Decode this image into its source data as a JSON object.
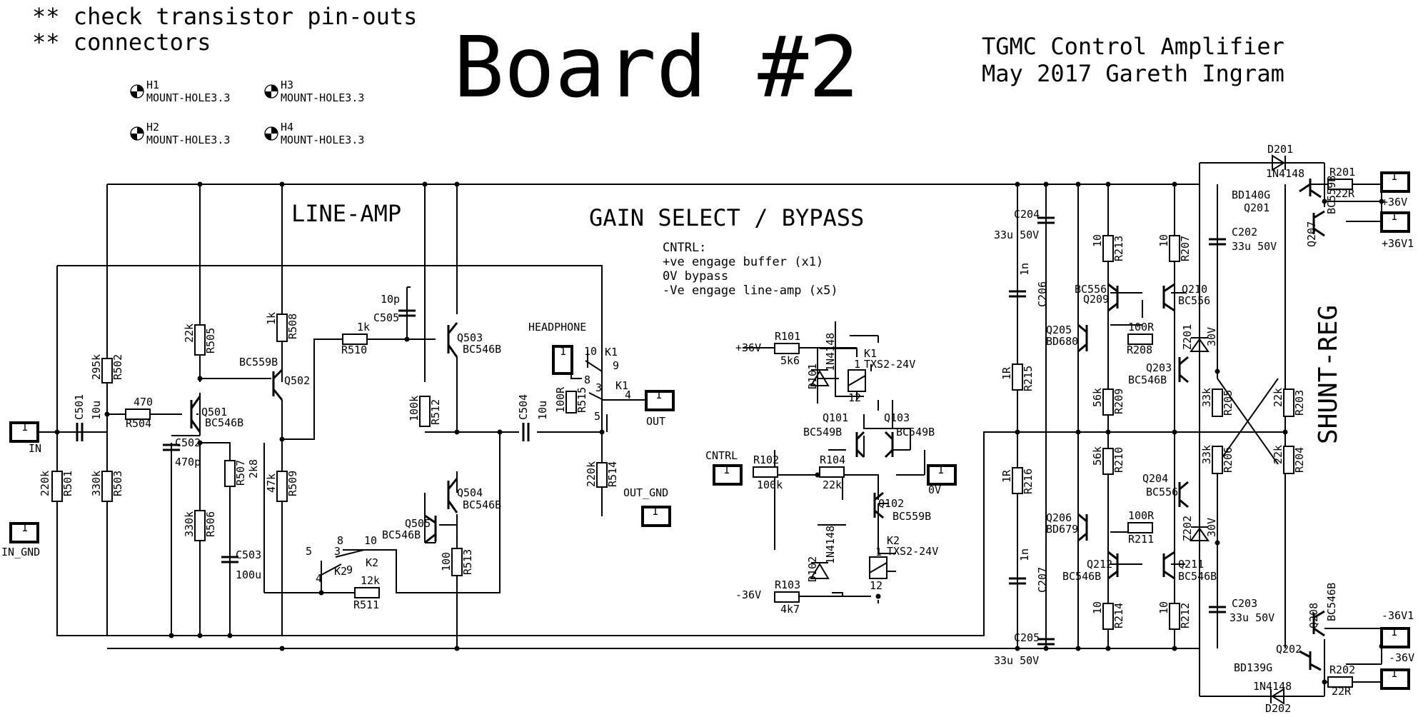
{
  "notes": [
    "** check transistor pin-outs",
    "** connectors"
  ],
  "title": {
    "board": "Board #2",
    "project": "TGMC Control Amplifier",
    "date_author": "May 2017 Gareth Ingram"
  },
  "sections": {
    "line_amp": "LINE-AMP",
    "gain_select": "GAIN SELECT / BYPASS",
    "shunt_reg": "SHUNT-REG"
  },
  "cntrl_notes": [
    "CNTRL:",
    "+ve engage buffer (x1)",
    "0V bypass",
    "-Ve engage line-amp (x5)"
  ],
  "mount_holes": [
    {
      "ref": "H1",
      "value": "MOUNT-HOLE3.3"
    },
    {
      "ref": "H2",
      "value": "MOUNT-HOLE3.3"
    },
    {
      "ref": "H3",
      "value": "MOUNT-HOLE3.3"
    },
    {
      "ref": "H4",
      "value": "MOUNT-HOLE3.3"
    }
  ],
  "connectors": {
    "in": "IN",
    "in_gnd": "IN_GND",
    "headphone": "HEADPHONE",
    "out": "OUT",
    "out_gnd": "OUT_GND",
    "cntrl": "CNTRL",
    "zero_v": "0V",
    "p36v": "+36V",
    "p36v1": "+36V1",
    "n36v1": "-36V1",
    "n36v": "-36V",
    "pin": "1"
  },
  "rails": {
    "plus": "+36V",
    "minus": "-36V"
  },
  "resistors": {
    "R501": [
      "R501",
      "220k"
    ],
    "R502": [
      "R502",
      "295k"
    ],
    "R503": [
      "R503",
      "330k"
    ],
    "R504": [
      "R504",
      "470"
    ],
    "R505": [
      "R505",
      "22k"
    ],
    "R506": [
      "R506",
      "330k"
    ],
    "R507": [
      "R507",
      "2k8"
    ],
    "R508": [
      "R508",
      "1k"
    ],
    "R509": [
      "R509",
      "47k"
    ],
    "R510": [
      "R510",
      "1k"
    ],
    "R511": [
      "R511",
      "12k"
    ],
    "R512": [
      "R512",
      "100k"
    ],
    "R513": [
      "R513",
      "100"
    ],
    "R514": [
      "R514",
      "220k"
    ],
    "R515": [
      "R515",
      "100R"
    ],
    "R101": [
      "R101",
      "5k6"
    ],
    "R102": [
      "R102",
      "100k"
    ],
    "R103": [
      "R103",
      "4k7"
    ],
    "R104": [
      "R104",
      "22k"
    ],
    "R201": [
      "R201",
      "22R"
    ],
    "R202": [
      "R202",
      "22R"
    ],
    "R203": [
      "R203",
      "22k"
    ],
    "R204": [
      "R204",
      "22k"
    ],
    "R205": [
      "R205",
      "33k"
    ],
    "R206": [
      "R206",
      "33k"
    ],
    "R207": [
      "R207",
      "10"
    ],
    "R208": [
      "R208",
      "100R"
    ],
    "R209": [
      "R209",
      "56k"
    ],
    "R210": [
      "R210",
      "56k"
    ],
    "R211": [
      "R211",
      "100R"
    ],
    "R212": [
      "R212",
      "10"
    ],
    "R213": [
      "R213",
      "10"
    ],
    "R214": [
      "R214",
      "10"
    ],
    "R215": [
      "R215",
      "1R"
    ],
    "R216": [
      "R216",
      "1R"
    ]
  },
  "capacitors": {
    "C501": [
      "C501",
      "10u"
    ],
    "C502": [
      "C502",
      "470p"
    ],
    "C503": [
      "C503",
      "100u"
    ],
    "C504": [
      "C504",
      "10u"
    ],
    "C505": [
      "C505",
      "10p"
    ],
    "C202": [
      "C202",
      "33u 50V"
    ],
    "C203": [
      "C203",
      "33u 50V"
    ],
    "C204": [
      "C204",
      "33u 50V"
    ],
    "C205": [
      "C205",
      "33u 50V"
    ],
    "C206": [
      "C206",
      "1n"
    ],
    "C207": [
      "C207",
      "1n"
    ]
  },
  "transistors": {
    "Q501": [
      "Q501",
      "BC546B"
    ],
    "Q502": [
      "Q502",
      "BC559B"
    ],
    "Q503": [
      "Q503",
      "BC546B"
    ],
    "Q504": [
      "Q504",
      "BC546B"
    ],
    "Q505": [
      "Q505",
      "BC546B"
    ],
    "Q101": [
      "Q101",
      "BC549B"
    ],
    "Q102": [
      "Q102",
      "BC559B"
    ],
    "Q103": [
      "Q103",
      "BC549B"
    ],
    "Q201": [
      "Q201",
      "BD140G"
    ],
    "Q202": [
      "Q202",
      "BD139G"
    ],
    "Q203": [
      "Q203",
      "BC546B"
    ],
    "Q204": [
      "Q204",
      "BC556"
    ],
    "Q205": [
      "Q205",
      "BD680"
    ],
    "Q206": [
      "Q206",
      "BD679"
    ],
    "Q207": [
      "Q207",
      "BC559B"
    ],
    "Q208": [
      "Q208",
      "BC546B"
    ],
    "Q209": [
      "Q209",
      "BC556"
    ],
    "Q210": [
      "Q210",
      "BC556"
    ],
    "Q211": [
      "Q211",
      "BC546B"
    ],
    "Q212": [
      "Q212",
      "BC546B"
    ]
  },
  "diodes": {
    "D101": [
      "D101",
      "1N4148"
    ],
    "D102": [
      "D102",
      "1N4148"
    ],
    "D201": [
      "D201",
      "1N4148"
    ],
    "D202": [
      "D202",
      "1N4148"
    ],
    "Z201": [
      "Z201",
      "30V"
    ],
    "Z202": [
      "Z202",
      "30V"
    ]
  },
  "relays": {
    "K1": [
      "K1",
      "TXS2-24V"
    ],
    "K2": [
      "K2",
      "TXS2-24V"
    ]
  },
  "relay_pins": {
    "k1_contacts": [
      "10",
      "9",
      "8",
      "3",
      "4",
      "5"
    ],
    "k2_contacts": [
      "5",
      "8",
      "3",
      "10",
      "9",
      "4"
    ],
    "coil": [
      "1",
      "12"
    ]
  },
  "colors": {
    "ink": "#000000",
    "paper": "#ffffff"
  }
}
